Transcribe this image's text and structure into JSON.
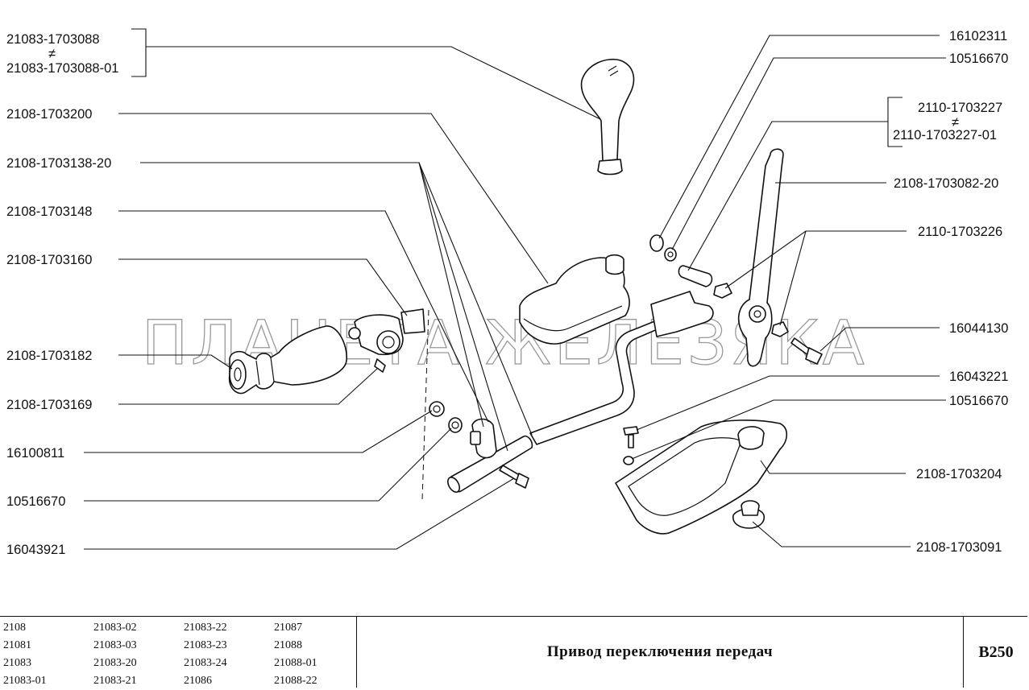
{
  "watermark": "ПЛАНЕТА ЖЕЛЕЗЯКА",
  "labels": {
    "l1a": "21083-1703088",
    "l1x": "≠",
    "l1b": "21083-1703088-01",
    "l2": "2108-1703200",
    "l3": "2108-1703138-20",
    "l4": "2108-1703148",
    "l5": "2108-1703160",
    "l6": "2108-1703182",
    "l7": "2108-1703169",
    "l8": "16100811",
    "l9": "10516670",
    "l10": "16043921",
    "r1": "16102311",
    "r2": "10516670",
    "r3a": "2110-1703227",
    "r3x": "≠",
    "r3b": "2110-1703227-01",
    "r4": "2108-1703082-20",
    "r5": "2110-1703226",
    "r6": "16044130",
    "r7": "16043221",
    "r8": "10516670",
    "r9": "2108-1703204",
    "r10": "2108-1703091"
  },
  "titleblock": {
    "models": [
      [
        "2108",
        "21081",
        "21083",
        "21083-01"
      ],
      [
        "21083-02",
        "21083-03",
        "21083-20",
        "21083-21"
      ],
      [
        "21083-22",
        "21083-23",
        "21083-24",
        "21086"
      ],
      [
        "21087",
        "21088",
        "21088-01",
        "21088-22"
      ]
    ],
    "title": "Привод переключения передач",
    "code": "В250"
  }
}
